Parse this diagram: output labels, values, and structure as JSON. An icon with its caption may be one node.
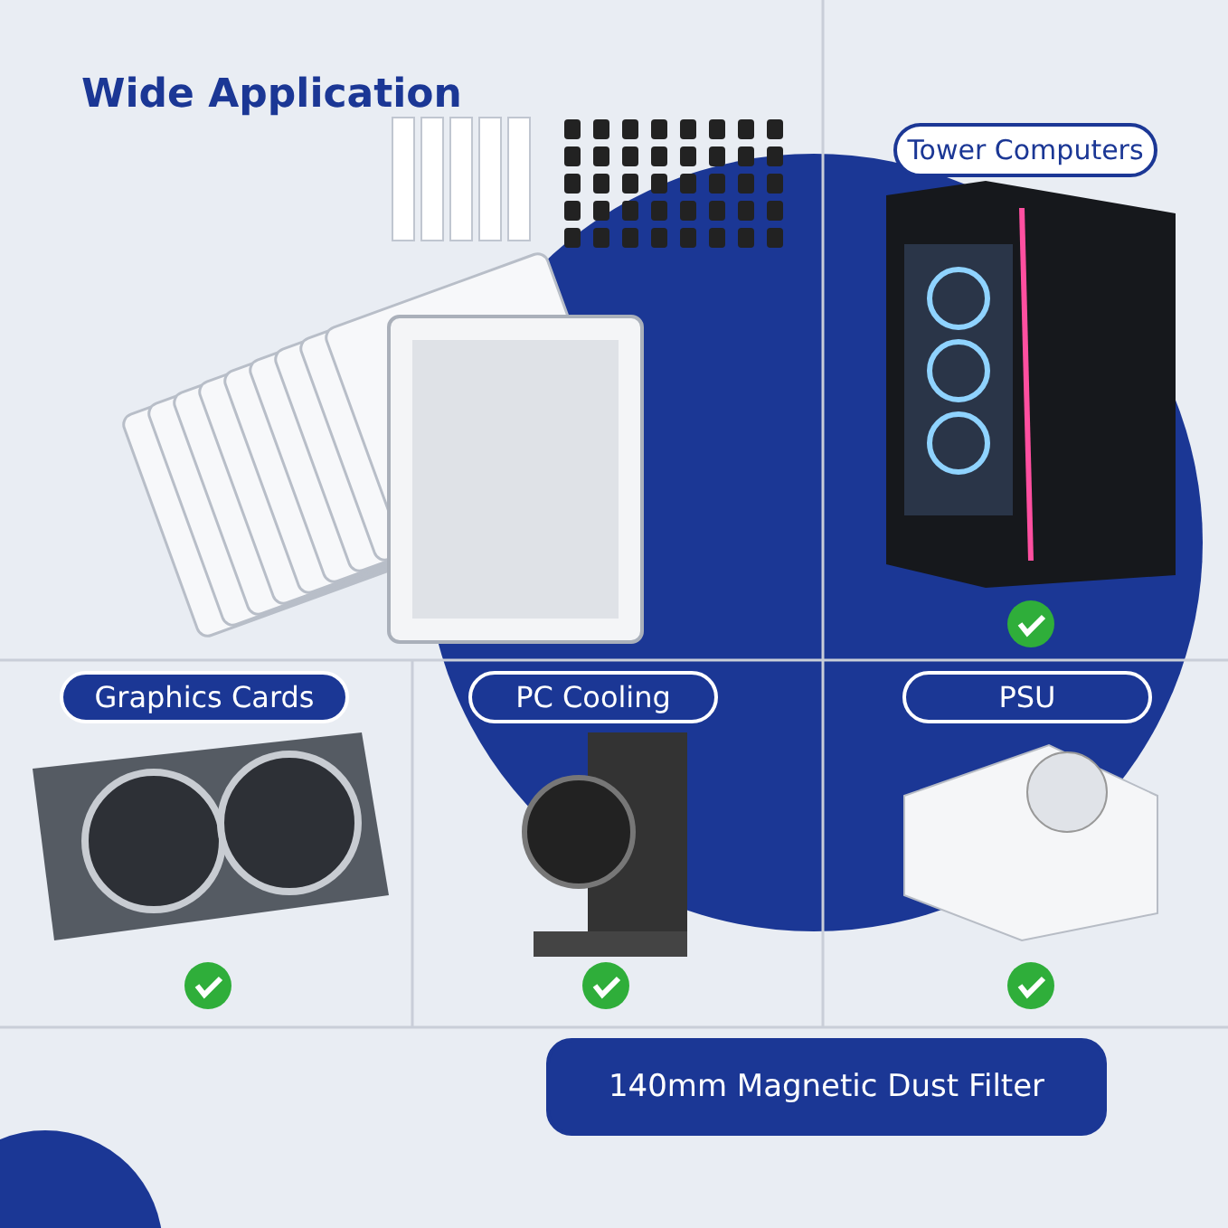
{
  "diagram": {
    "title": "Wide Application",
    "nodes": [
      {
        "text": [
          "Tower Computers"
        ]
      },
      {
        "text": [
          "Graphics Cards"
        ]
      },
      {
        "text": [
          "PC Cooling"
        ]
      },
      {
        "text": [
          "PSU"
        ]
      },
      {
        "text": [
          "140mm Magnetic Dust Filter"
        ]
      }
    ],
    "edges": []
  }
}
